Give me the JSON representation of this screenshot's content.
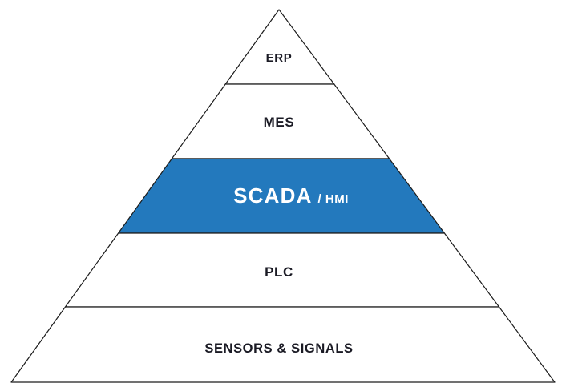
{
  "diagram": {
    "type": "pyramid",
    "background_color": "#ffffff",
    "outline_color": "#1c1c1c",
    "accent_color": "#2379bd",
    "label_color": "#1a1a24",
    "highlight_label_color": "#ffffff",
    "layers": [
      {
        "label": "ERP",
        "highlighted": false
      },
      {
        "label": "MES",
        "highlighted": false
      },
      {
        "label": "SCADA",
        "sublabel": "/ HMI",
        "highlighted": true
      },
      {
        "label": "PLC",
        "highlighted": false
      },
      {
        "label": "SENSORS & SIGNALS",
        "highlighted": false
      }
    ]
  }
}
